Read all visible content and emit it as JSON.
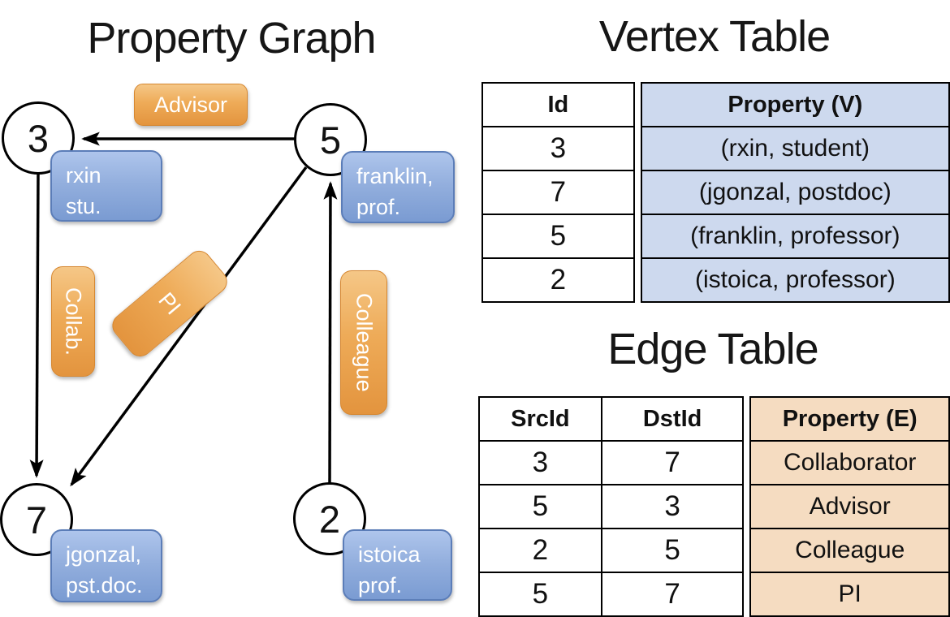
{
  "colors": {
    "edge_label_orange": "#eeab58",
    "prop_box_blue": "#92aedd",
    "vertex_property_fill": "#cdd9ee",
    "edge_property_fill": "#f5dcc1",
    "line_black": "#000000"
  },
  "graph": {
    "title": "Property Graph",
    "nodes": {
      "n3": "3",
      "n5": "5",
      "n7": "7",
      "n2": "2"
    },
    "edge_labels": {
      "advisor": "Advisor",
      "collab": "Collab.",
      "pi": "PI",
      "colleague": "Colleague"
    },
    "node_props": {
      "n3": {
        "line1": "rxin",
        "line2": "stu."
      },
      "n5": {
        "line1": "franklin,",
        "line2": "prof."
      },
      "n7": {
        "line1": "jgonzal,",
        "line2": "pst.doc."
      },
      "n2": {
        "line1": "istoica",
        "line2": "prof."
      }
    }
  },
  "vertex_table": {
    "title": "Vertex Table",
    "columns": {
      "id": "Id",
      "property": "Property (V)"
    },
    "rows": [
      [
        "3",
        "(rxin, student)"
      ],
      [
        "7",
        "(jgonzal, postdoc)"
      ],
      [
        "5",
        "(franklin, professor)"
      ],
      [
        "2",
        "(istoica, professor)"
      ]
    ]
  },
  "edge_table": {
    "title": "Edge Table",
    "columns": {
      "src": "SrcId",
      "dst": "DstId",
      "property": "Property (E)"
    },
    "rows": [
      [
        "3",
        "7",
        "Collaborator"
      ],
      [
        "5",
        "3",
        "Advisor"
      ],
      [
        "2",
        "5",
        "Colleague"
      ],
      [
        "5",
        "7",
        "PI"
      ]
    ]
  }
}
